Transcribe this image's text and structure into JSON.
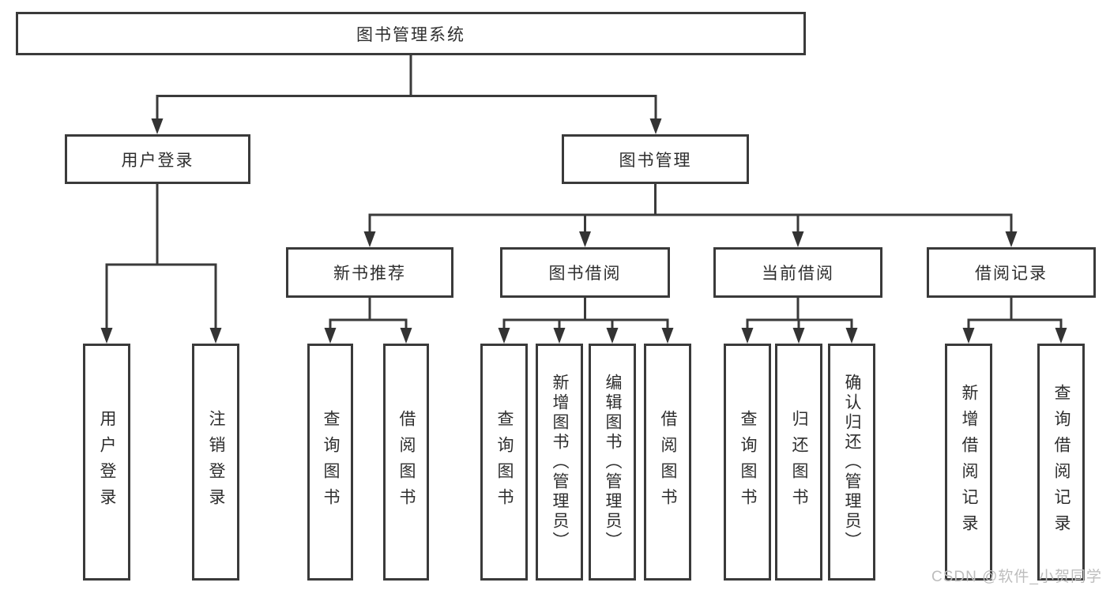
{
  "tree": {
    "root": "图书管理系统",
    "branches": [
      {
        "label": "用户登录",
        "children": [
          "用户登录",
          "注销登录"
        ]
      },
      {
        "label": "图书管理",
        "groups": [
          {
            "label": "新书推荐",
            "children": [
              "查询图书",
              "借阅图书"
            ]
          },
          {
            "label": "图书借阅",
            "children": [
              "查询图书",
              "新增图书（管理员）",
              "编辑图书（管理员）",
              "借阅图书"
            ]
          },
          {
            "label": "当前借阅",
            "children": [
              "查询图书",
              "归还图书",
              "确认归还（管理员）"
            ]
          },
          {
            "label": "借阅记录",
            "children": [
              "新增借阅记录",
              "查询借阅记录"
            ]
          }
        ]
      }
    ]
  },
  "watermark": "CSDN @软件_小贺同学",
  "colors": {
    "line": "#3a3a3a",
    "box_border": "#3a3a3a",
    "text": "#2e2e2e",
    "watermark": "#bdbdbd",
    "background": "#ffffff"
  }
}
